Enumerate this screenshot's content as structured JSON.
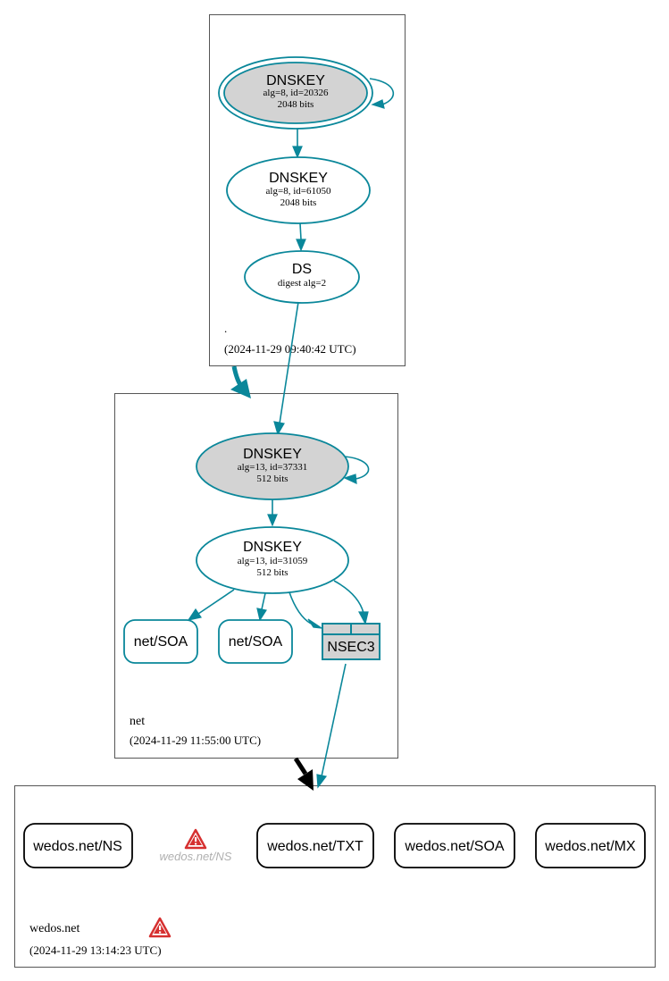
{
  "zones": {
    "root": {
      "name": ".",
      "timestamp": "(2024-11-29 09:40:42 UTC)",
      "ksk": {
        "type": "DNSKEY",
        "detail": "alg=8, id=20326",
        "bits": "2048 bits"
      },
      "zsk": {
        "type": "DNSKEY",
        "detail": "alg=8, id=61050",
        "bits": "2048 bits"
      },
      "ds": {
        "type": "DS",
        "detail": "digest alg=2"
      }
    },
    "net": {
      "name": "net",
      "timestamp": "(2024-11-29 11:55:00 UTC)",
      "ksk": {
        "type": "DNSKEY",
        "detail": "alg=13, id=37331",
        "bits": "512 bits"
      },
      "zsk": {
        "type": "DNSKEY",
        "detail": "alg=13, id=31059",
        "bits": "512 bits"
      },
      "soa_1": "net/SOA",
      "soa_2": "net/SOA",
      "nsec3": "NSEC3"
    },
    "wedos": {
      "name": "wedos.net",
      "timestamp": "(2024-11-29 13:14:23 UTC)",
      "ns": "wedos.net/NS",
      "ns_missing": "wedos.net/NS",
      "txt": "wedos.net/TXT",
      "soa": "wedos.net/SOA",
      "mx": "wedos.net/MX"
    }
  },
  "colors": {
    "edge": "#0a879a",
    "ksk_fill": "#d3d3d3",
    "warning": "#d63030",
    "delegation_insecure": "#000000"
  },
  "icons": [
    "warning-icon",
    "warning-icon"
  ]
}
